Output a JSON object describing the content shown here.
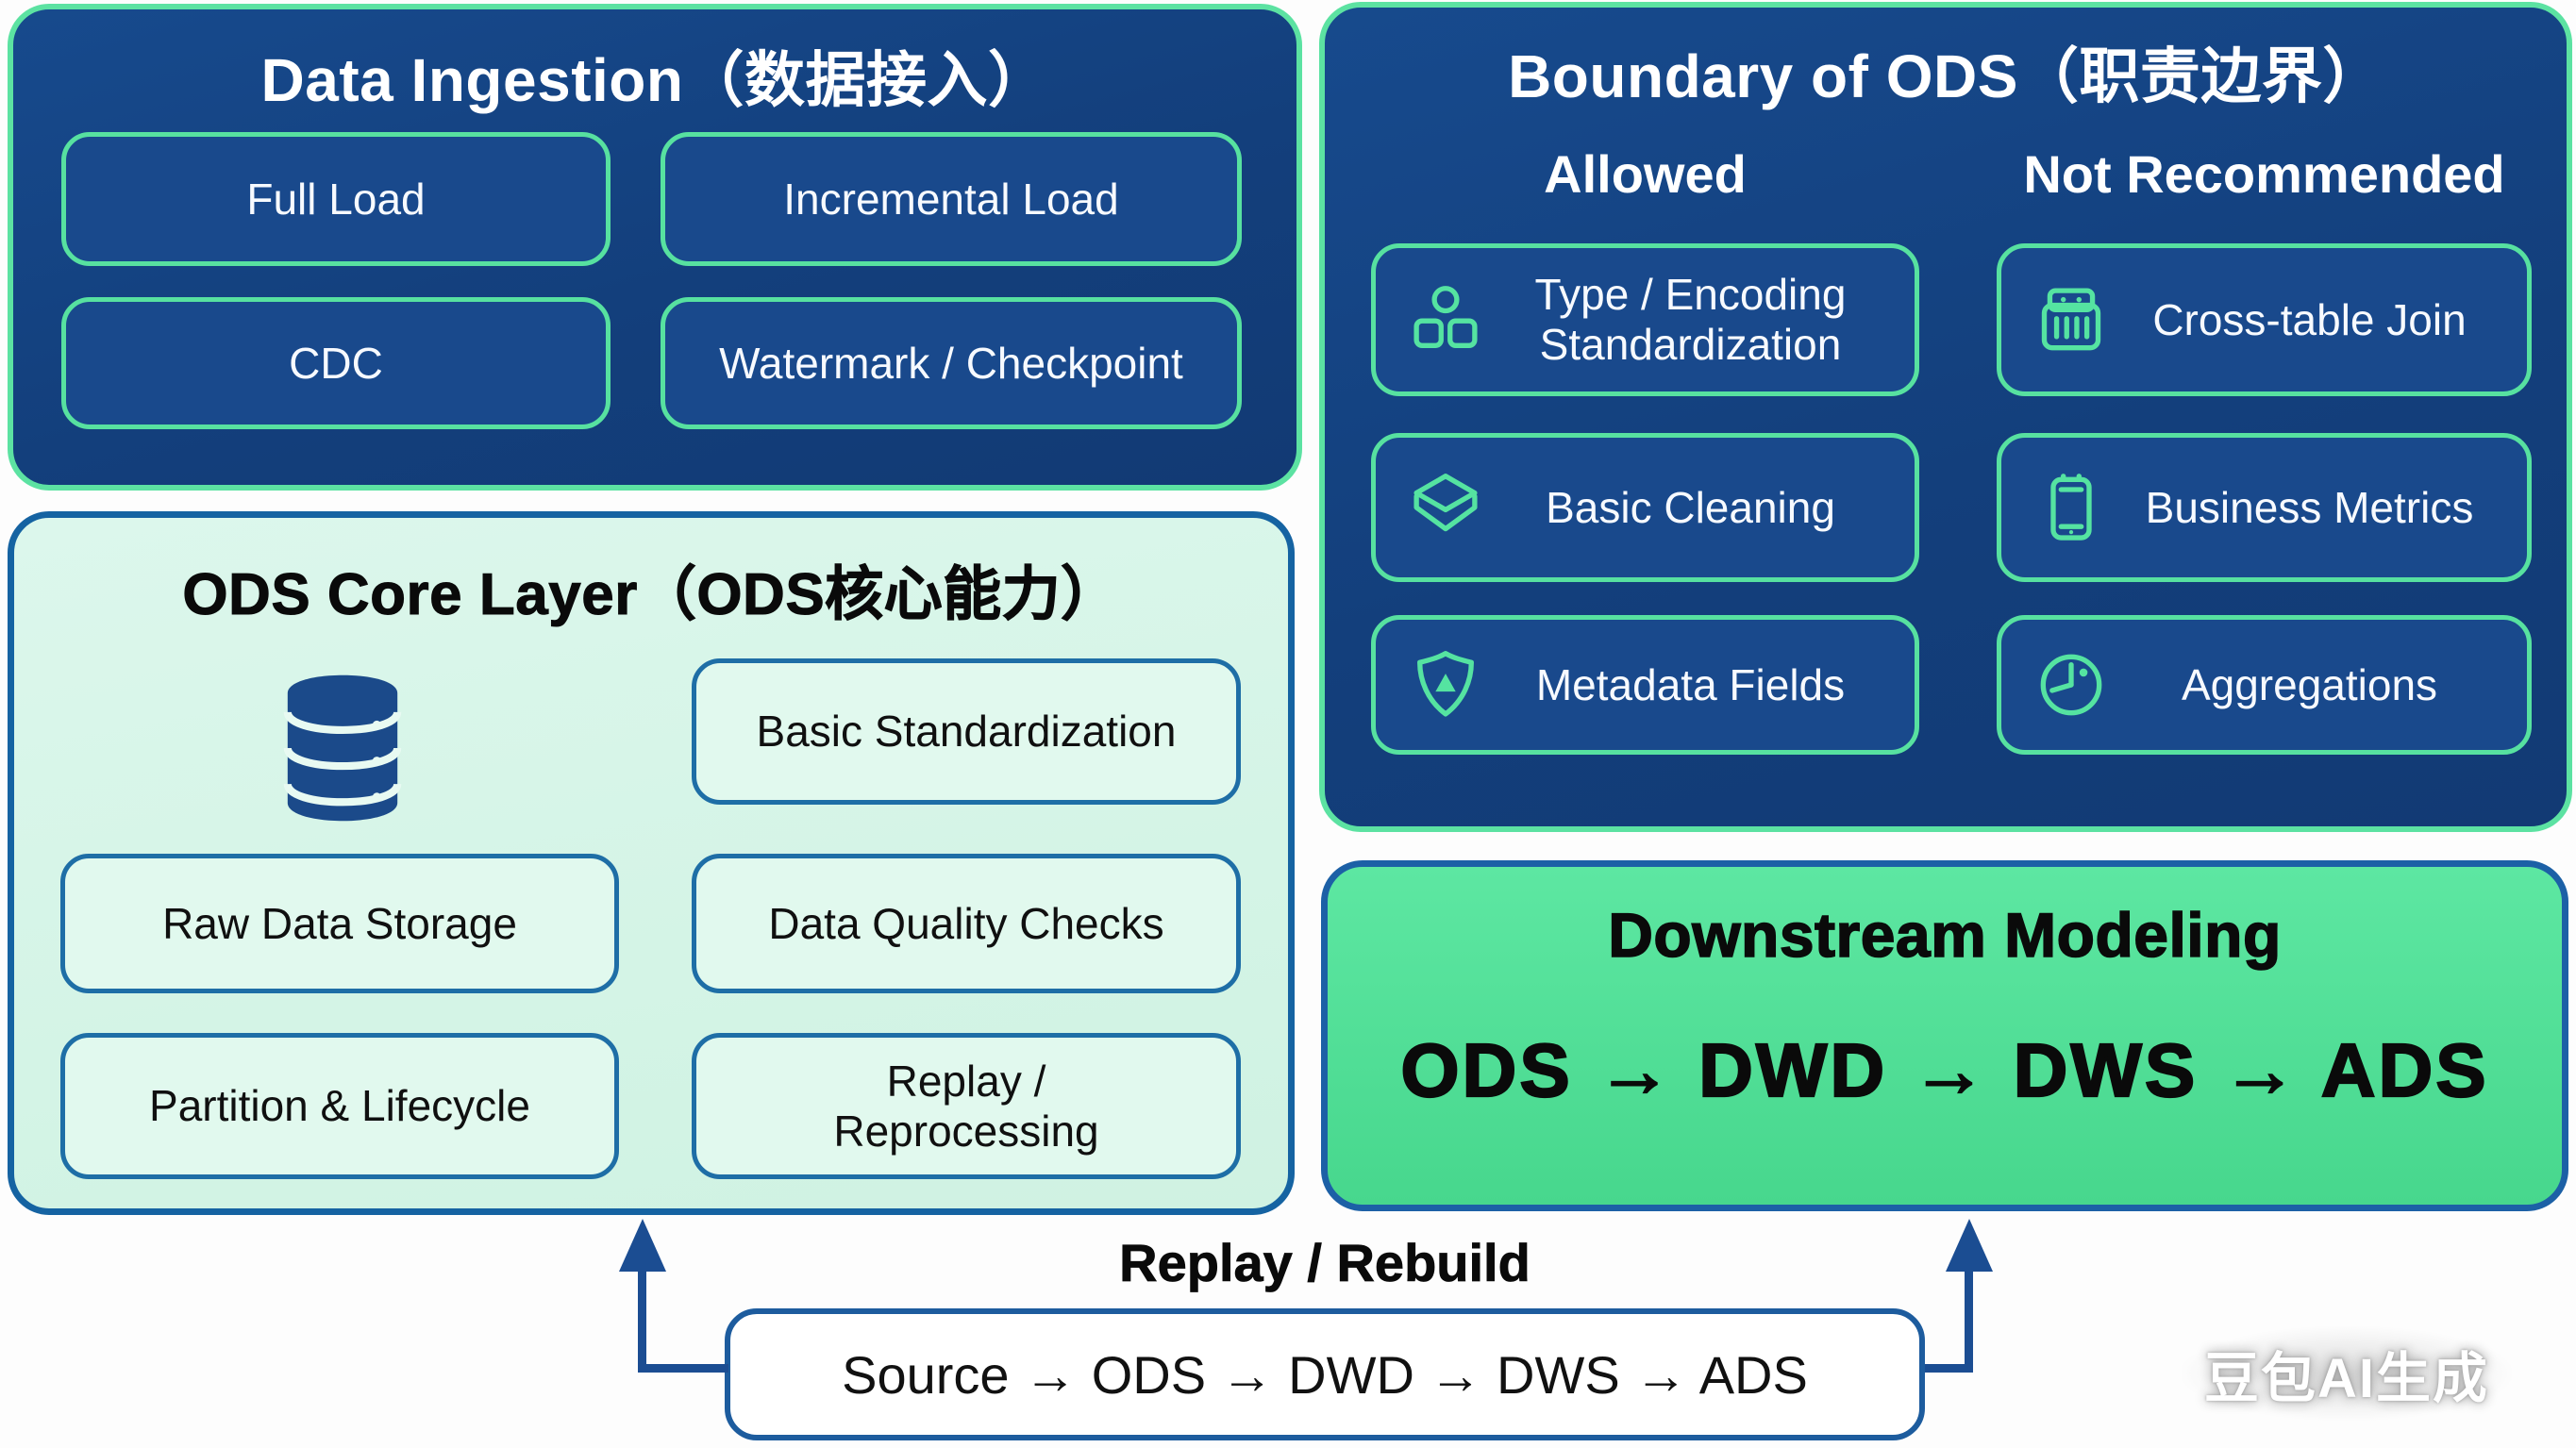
{
  "colors": {
    "panel_blue": "#133f7c",
    "chip_blue": "#19498c",
    "mint_border": "#57e1a0",
    "panel_mint": "#d5f4e7",
    "chip_mint": "#e1f9ee",
    "blue_border": "#1e6ea6",
    "panel_green": "#50df96",
    "arrow_blue": "#1b4d92",
    "white_text": "#ffffff",
    "black_text": "#0a0a0a"
  },
  "ingestion": {
    "title": "Data Ingestion（数据接入）",
    "boxes": [
      "Full Load",
      "Incremental Load",
      "CDC",
      "Watermark / Checkpoint"
    ]
  },
  "boundary": {
    "title": "Boundary of ODS（职责边界）",
    "allowed_header": "Allowed",
    "not_recommended_header": "Not Recommended",
    "allowed": [
      {
        "icon": "org-chart-icon",
        "label": "Type / Encoding Standardization"
      },
      {
        "icon": "layers-icon",
        "label": "Basic Cleaning"
      },
      {
        "icon": "shield-check-icon",
        "label": "Metadata Fields"
      }
    ],
    "not_recommended": [
      {
        "icon": "table-join-icon",
        "label": "Cross-table Join"
      },
      {
        "icon": "tablet-metrics-icon",
        "label": "Business Metrics"
      },
      {
        "icon": "clock-gauge-icon",
        "label": "Aggregations"
      }
    ]
  },
  "core": {
    "title": "ODS Core Layer（ODS核心能力）",
    "boxes": [
      "Basic Standardization",
      "Raw Data Storage",
      "Data Quality Checks",
      "Partition & Lifecycle",
      "Replay / Reprocessing"
    ]
  },
  "downstream": {
    "title": "Downstream Modeling",
    "flow": "ODS → DWD → DWS → ADS"
  },
  "replay": {
    "label": "Replay / Rebuild",
    "flow": "Source → ODS → DWD → DWS → ADS"
  },
  "watermark": "豆包AI生成"
}
